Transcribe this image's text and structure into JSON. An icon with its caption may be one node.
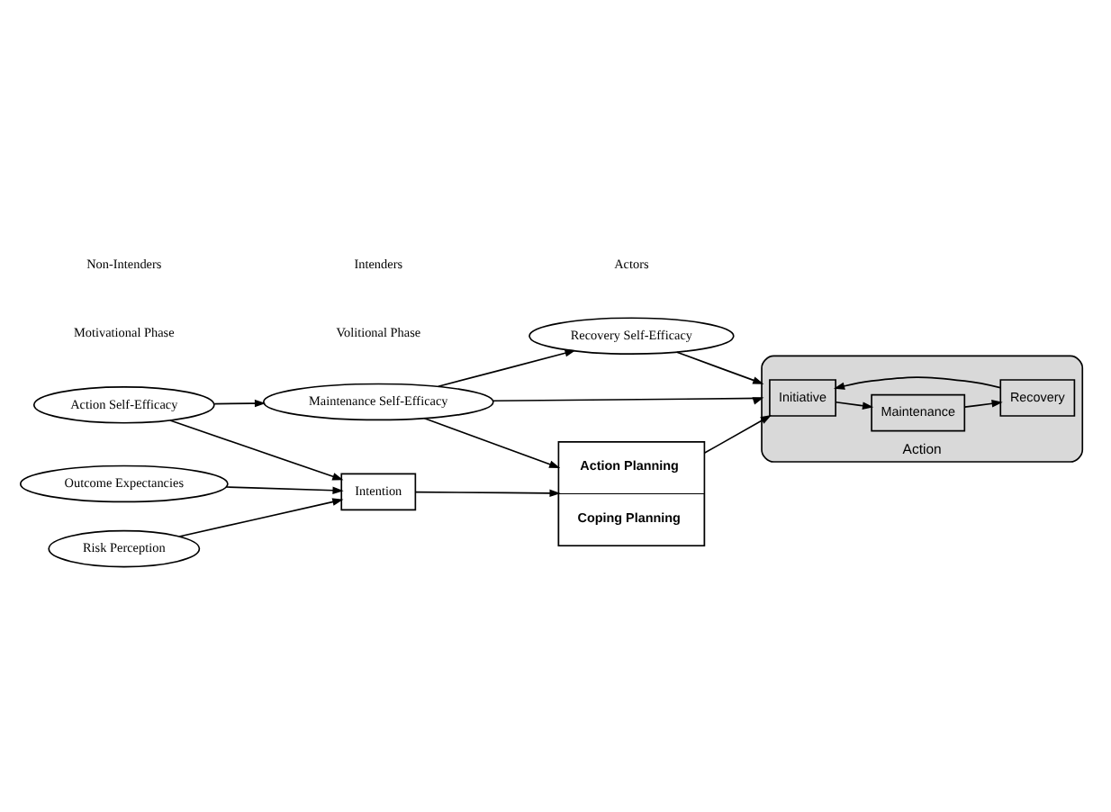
{
  "diagram": {
    "nodes": [
      {
        "text": [
          "Action Self-Efficacy"
        ]
      },
      {
        "text": [
          "Maintenance Self-Efficacy"
        ]
      },
      {
        "text": [
          "Recovery Self-Efficacy"
        ]
      },
      {
        "text": [
          "Outcome Expectancies"
        ]
      },
      {
        "text": [
          "Intention"
        ]
      },
      {
        "text": [
          "Action Planning",
          "Coping Planning"
        ]
      },
      {
        "text": [
          "Action"
        ]
      },
      {
        "text": [
          "Initiative"
        ],
        "in": 6
      },
      {
        "text": [
          "Maintenance"
        ],
        "in": 6
      },
      {
        "text": [
          "Recovery"
        ],
        "in": 6
      },
      {
        "text": [
          "Risk Perception"
        ]
      }
    ],
    "edges": [
      {
        "from": 0,
        "to": 1,
        "arrow": "to"
      },
      {
        "from": 0,
        "to": 4,
        "arrow": "to"
      },
      {
        "from": 1,
        "to": 2,
        "arrow": "to"
      },
      {
        "from": 1,
        "to": 5,
        "arrow": "to"
      },
      {
        "from": 1,
        "to": 6,
        "arrow": "to"
      },
      {
        "from": 2,
        "to": 6,
        "arrow": "to"
      },
      {
        "from": 3,
        "to": 4,
        "arrow": "to"
      },
      {
        "from": 10,
        "to": 4,
        "arrow": "to"
      },
      {
        "from": 4,
        "to": 5,
        "arrow": "to"
      },
      {
        "from": 5,
        "to": 7,
        "arrow": "to"
      },
      {
        "from": 7,
        "to": 8,
        "arrow": "to"
      },
      {
        "from": 8,
        "to": 9,
        "arrow": "to"
      },
      {
        "from": 9,
        "to": 7,
        "arrow": "to"
      }
    ],
    "labels": [
      "Motivational Phase",
      "Volitional Phase",
      "Non-Intenders",
      "Intenders",
      "Actors"
    ]
  }
}
